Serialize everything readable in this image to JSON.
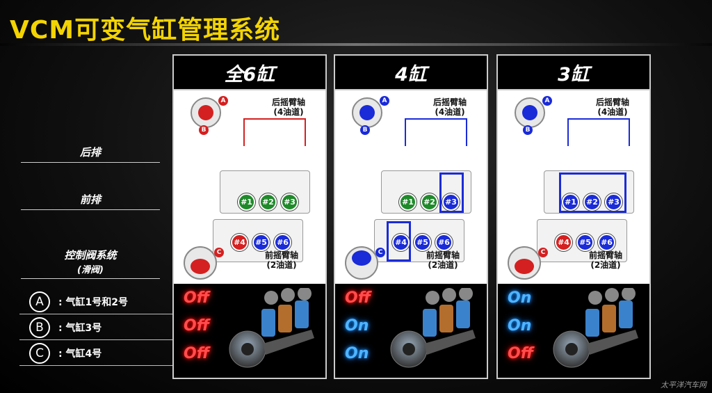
{
  "title": "VCM可变气缸管理系统",
  "row_labels": {
    "rear": "后排",
    "front": "前排",
    "control": "控制阀系统",
    "control_sub": "(滑阀)"
  },
  "legend": [
    {
      "letter": "A",
      "text": ": 气缸1号和2号"
    },
    {
      "letter": "B",
      "text": ": 气缸3号"
    },
    {
      "letter": "C",
      "text": ": 气缸4号"
    }
  ],
  "colors": {
    "active": "#d42020",
    "deactivated": "#1a2bd8",
    "cyl_green": "#1f8a2a",
    "accent": "#f4d400"
  },
  "panels": [
    {
      "header": "全6缸",
      "rear_arm": "后摇臂轴",
      "rear_oil": "(4油道)",
      "front_arm": "前摇臂轴",
      "front_oil": "(2油道)",
      "rear_cyls": [
        "#1",
        "#2",
        "#3"
      ],
      "front_cyls": [
        "#4",
        "#5",
        "#6"
      ],
      "states": [
        "Off",
        "Off",
        "Off"
      ]
    },
    {
      "header": "4缸",
      "rear_arm": "后摇臂轴",
      "rear_oil": "(4油道)",
      "front_arm": "前摇臂轴",
      "front_oil": "(2油道)",
      "rear_cyls": [
        "#1",
        "#2",
        "#3"
      ],
      "front_cyls": [
        "#4",
        "#5",
        "#6"
      ],
      "states": [
        "Off",
        "On",
        "On"
      ]
    },
    {
      "header": "3缸",
      "rear_arm": "后摇臂轴",
      "rear_oil": "(4油道)",
      "front_arm": "前摇臂轴",
      "front_oil": "(2油道)",
      "rear_cyls": [
        "#1",
        "#2",
        "#3"
      ],
      "front_cyls": [
        "#4",
        "#5",
        "#6"
      ],
      "states": [
        "On",
        "On",
        "Off"
      ]
    }
  ],
  "tag_letters": {
    "a": "A",
    "b": "B",
    "c": "C"
  },
  "watermark": "太平洋汽车网"
}
